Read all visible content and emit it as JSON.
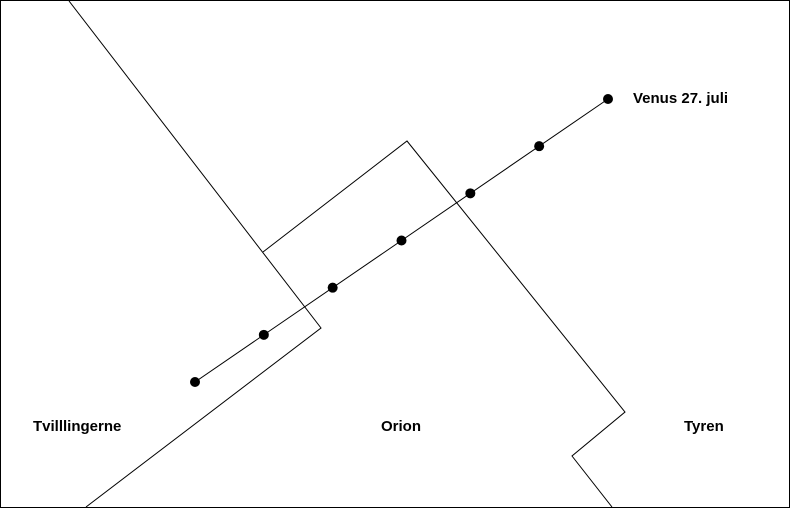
{
  "map": {
    "constellations": [
      {
        "id": "tvillingerne",
        "label": "Tvilllingerne"
      },
      {
        "id": "orion",
        "label": "Orion"
      },
      {
        "id": "tyren",
        "label": "Tyren"
      }
    ],
    "venus_track": {
      "endpoint_label": "Venus 27. juli",
      "positions": 7
    },
    "colors": {
      "background": "#ffffff",
      "ink": "#000000"
    }
  }
}
